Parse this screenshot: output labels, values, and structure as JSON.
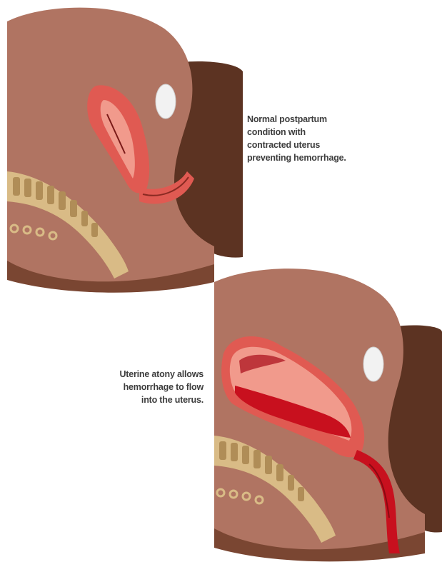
{
  "captions": {
    "normal": {
      "lines": [
        "Normal postpartum",
        "condition with",
        "contracted uterus",
        "preventing hemorrhage."
      ]
    },
    "atony": {
      "lines": [
        "Uterine atony allows",
        "hemorrhage to flow",
        "into the uterus."
      ]
    }
  },
  "colors": {
    "skin": "#b07462",
    "skin_shadow": "#7a4632",
    "dark_skin": "#5c3322",
    "uterus_wall": "#e05a52",
    "uterus_cavity": "#f19a8c",
    "blood": "#c8101e",
    "bone": "#d9bb86",
    "bladder": "#f2f2f2",
    "caption_text": "#3d3d3d"
  }
}
